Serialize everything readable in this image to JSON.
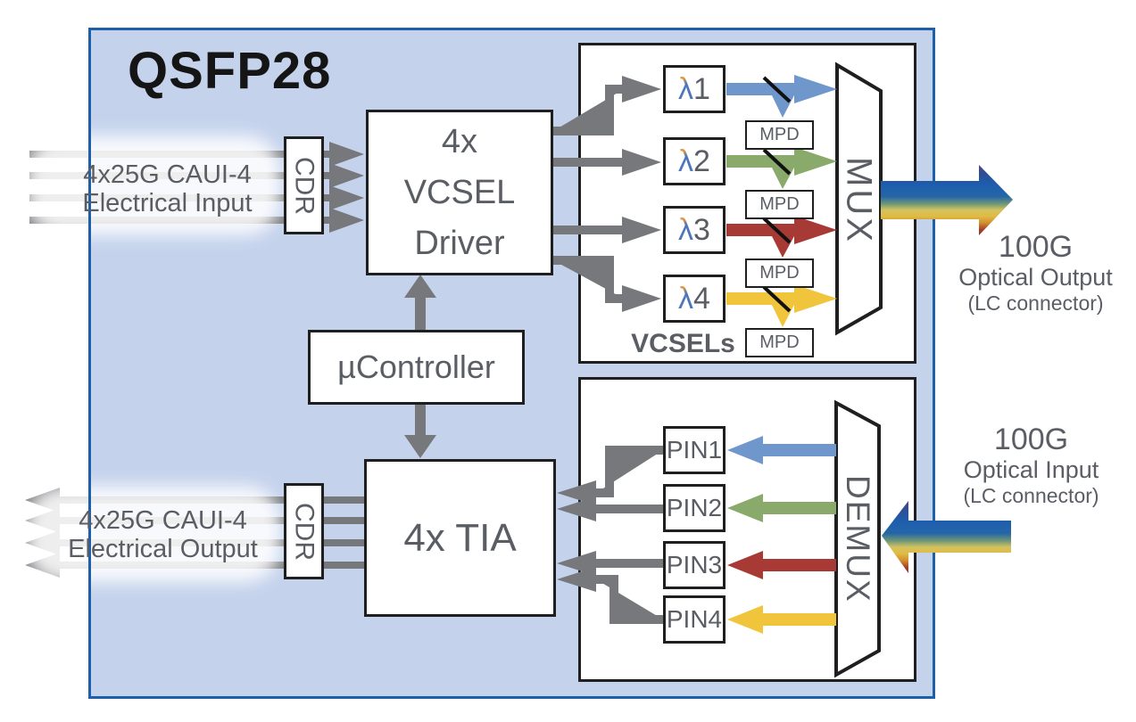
{
  "title": "QSFP28",
  "electrical_input": {
    "line1": "4x25G CAUI-4",
    "line2": "Electrical Input"
  },
  "electrical_output": {
    "line1": "4x25G CAUI-4",
    "line2": "Electrical Output"
  },
  "optical_output": {
    "line1": "100G",
    "line2": "Optical Output",
    "line3": "(LC connector)"
  },
  "optical_input": {
    "line1": "100G",
    "line2": "Optical Input",
    "line3": "(LC connector)"
  },
  "blocks": {
    "cdr_top": "CDR",
    "cdr_bottom": "CDR",
    "vcsel_driver_lines": [
      "4x",
      "VCSEL",
      "Driver"
    ],
    "ucontroller": "µController",
    "tia": "4x TIA",
    "mux": "MUX",
    "demux": "DEMUX",
    "vcsels_label": "VCSELs"
  },
  "lasers": [
    {
      "lambda": "λ",
      "num": "1"
    },
    {
      "lambda": "λ",
      "num": "2"
    },
    {
      "lambda": "λ",
      "num": "3"
    },
    {
      "lambda": "λ",
      "num": "4"
    }
  ],
  "mpd": [
    "MPD",
    "MPD",
    "MPD",
    "MPD"
  ],
  "pins": [
    "PIN1",
    "PIN2",
    "PIN3",
    "PIN4"
  ],
  "colors": {
    "lane_blue": "#7097cc",
    "lane_green": "#8aaa6b",
    "lane_red": "#a83a35",
    "lane_yellow": "#f0c53c",
    "connector_gray": "#77787c",
    "panel_fill": "#c4d2ec",
    "panel_border": "#1c60a9"
  }
}
